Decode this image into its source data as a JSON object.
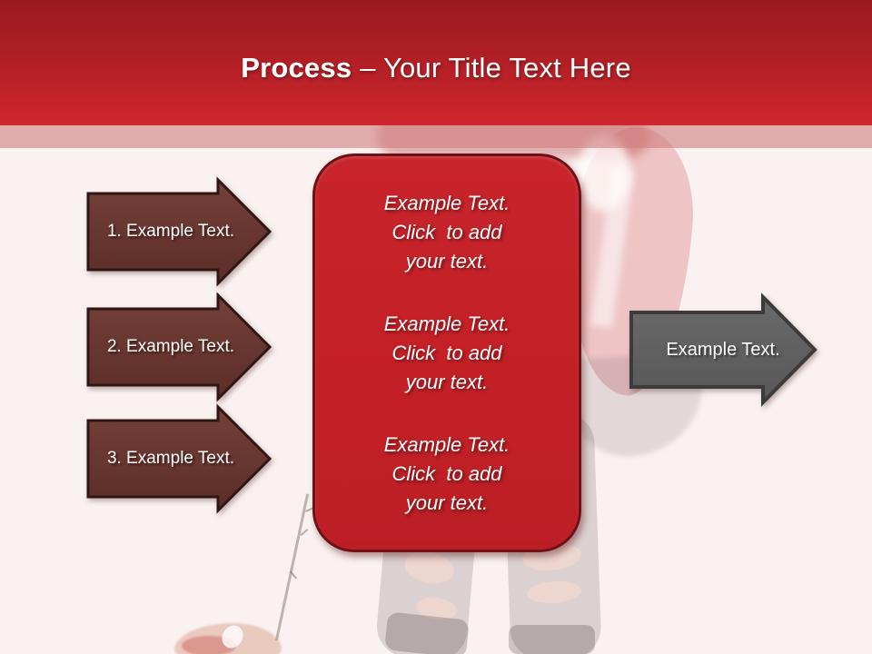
{
  "slide": {
    "title": {
      "emphasis": "Process",
      "rest": "– Your Title Text Here"
    },
    "steps": [
      {
        "label": "1. Example Text."
      },
      {
        "label": "2. Example Text."
      },
      {
        "label": "3. Example Text."
      }
    ],
    "center_box": {
      "paragraphs": [
        {
          "line1": "Example Text.",
          "line2": "Click  to add",
          "line3": "your text."
        },
        {
          "line1": "Example Text.",
          "line2": "Click  to add",
          "line3": "your text."
        },
        {
          "line1": "Example Text.",
          "line2": "Click  to add",
          "line3": "your text."
        }
      ]
    },
    "output_arrow": {
      "label": "Example Text."
    },
    "background_photo": "woman-in-red-jacket-ripped-tights-watermark",
    "colors": {
      "header_gradient_top": "#9B1B21",
      "header_gradient_bottom": "#CE272D",
      "pink_strip": "#E4B5B4",
      "page_background": "#FAF2F0",
      "step_arrow_fill": "#693831",
      "step_arrow_border": "#2E1714",
      "center_box_fill": "#C32026",
      "center_box_border": "#6E1116",
      "output_arrow_fill": "#616161",
      "output_arrow_border": "#3B3B3B",
      "text_color": "#FFFFFF"
    }
  }
}
